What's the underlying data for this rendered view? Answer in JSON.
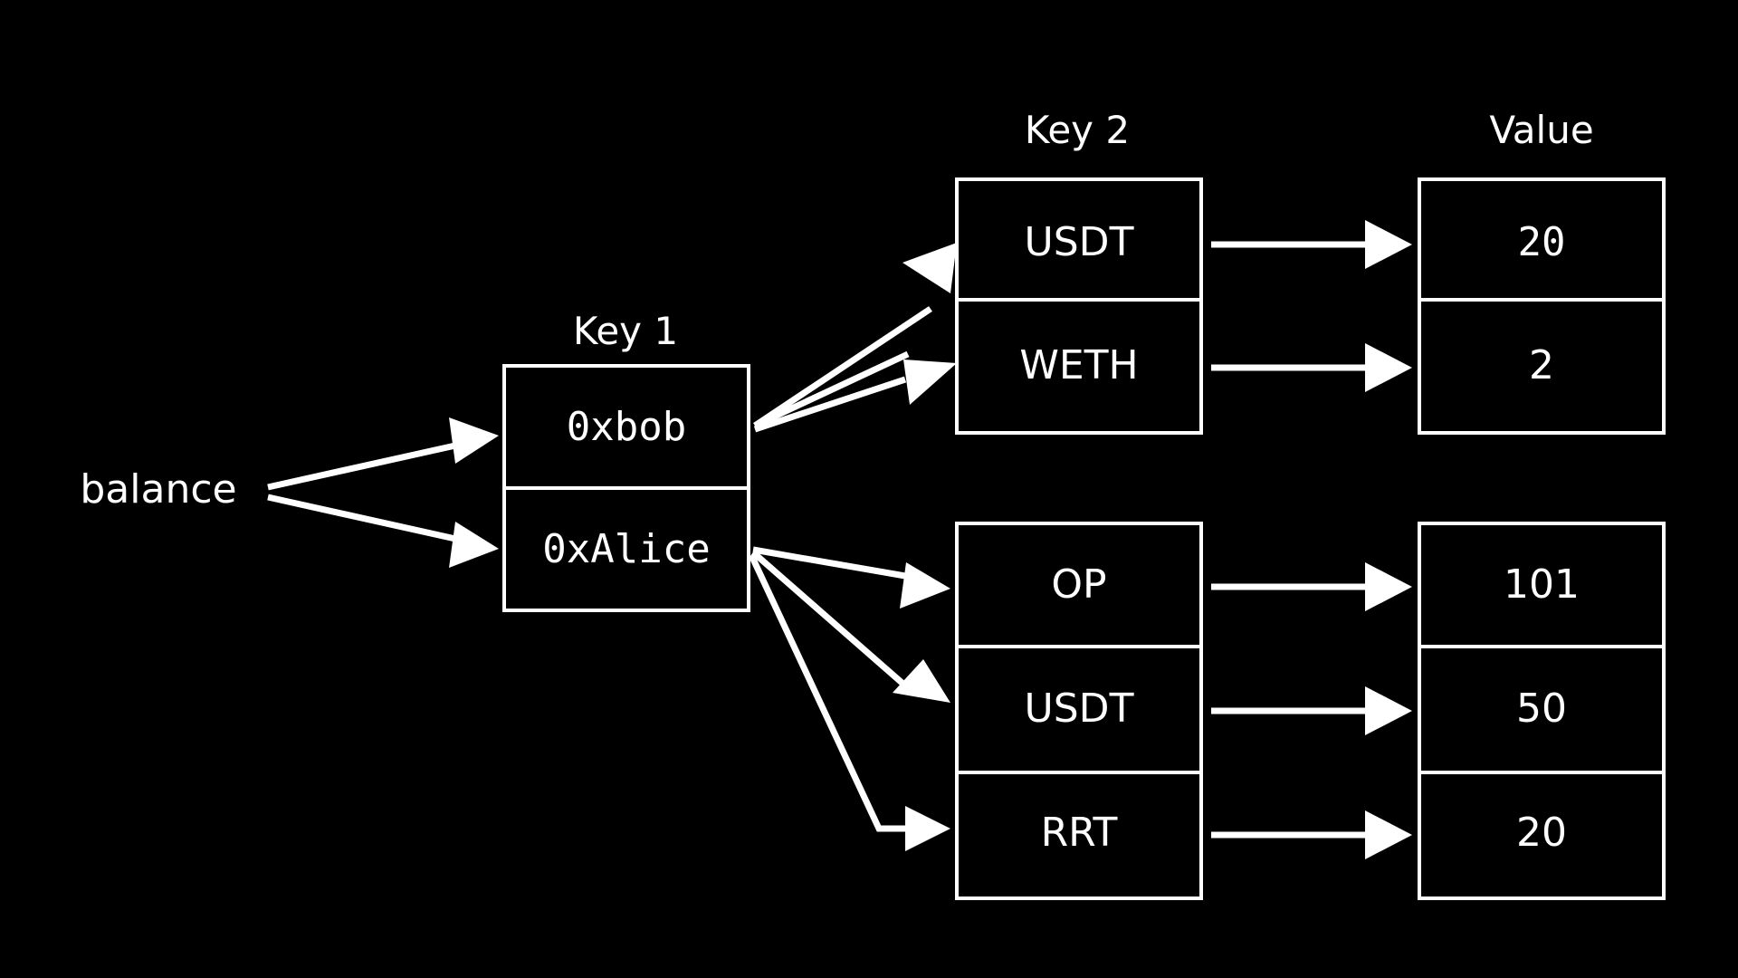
{
  "background_color": "#000000",
  "foreground_color": "#ffffff",
  "diagram": {
    "title_labels": {
      "key1": "Key 1",
      "key2": "Key 2",
      "value": "Value"
    },
    "source": {
      "label": "balance"
    },
    "key1_box": {
      "rows": [
        {
          "label": "0xbob"
        },
        {
          "label": "0xAlice"
        }
      ]
    },
    "key2_boxes": [
      {
        "owner": "0xbob",
        "rows": [
          {
            "label": "USDT"
          },
          {
            "label": "WETH"
          }
        ]
      },
      {
        "owner": "0xAlice",
        "rows": [
          {
            "label": "OP"
          },
          {
            "label": "USDT"
          },
          {
            "label": "RRT"
          }
        ]
      }
    ],
    "value_boxes": [
      {
        "owner": "0xbob",
        "rows": [
          {
            "label": "20"
          },
          {
            "label": "2"
          }
        ]
      },
      {
        "owner": "0xAlice",
        "rows": [
          {
            "label": "101"
          },
          {
            "label": "50"
          },
          {
            "label": "20"
          }
        ]
      }
    ],
    "mapping": [
      {
        "key1": "0xbob",
        "key2": "USDT",
        "value": "20"
      },
      {
        "key1": "0xbob",
        "key2": "WETH",
        "value": "2"
      },
      {
        "key1": "0xAlice",
        "key2": "OP",
        "value": "101"
      },
      {
        "key1": "0xAlice",
        "key2": "USDT",
        "value": "50"
      },
      {
        "key1": "0xAlice",
        "key2": "RRT",
        "value": "20"
      }
    ]
  }
}
